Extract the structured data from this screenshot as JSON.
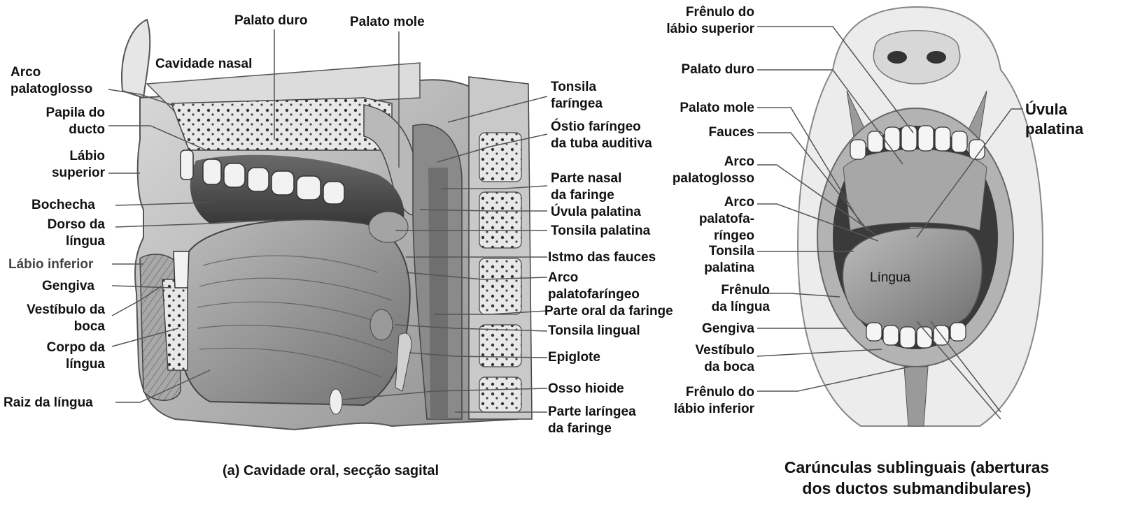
{
  "sagittal": {
    "palato_duro": "Palato duro",
    "palato_mole": "Palato mole",
    "cavidade_nasal": "Cavidade nasal",
    "arco_palatoglosso": [
      "Arco",
      "palatoglosso"
    ],
    "papila_ducto": [
      "Papila do",
      "ducto"
    ],
    "labio_superior": [
      "Lábio",
      "superior"
    ],
    "bochecha": "Bochecha",
    "dorso_lingua": [
      "Dorso da",
      "língua"
    ],
    "labio_inferior": "Lábio inferior",
    "gengiva": "Gengiva",
    "vestibulo_boca": [
      "Vestíbulo da",
      "boca"
    ],
    "corpo_lingua": [
      "Corpo da",
      "língua"
    ],
    "raiz_lingua": "Raiz da língua",
    "tonsila_faringea": [
      "Tonsila",
      "faríngea"
    ],
    "ostio_faringeo": [
      "Óstio faríngeo",
      "da tuba auditiva"
    ],
    "parte_nasal": [
      "Parte nasal",
      "da faringe"
    ],
    "uvula_palatina": "Úvula palatina",
    "tonsila_palatina": "Tonsila palatina",
    "istmo_fauces": "Istmo das fauces",
    "arco_palatofaringeo": [
      "Arco",
      "palatofaríngeo"
    ],
    "parte_oral": "Parte oral da faringe",
    "tonsila_lingual": "Tonsila lingual",
    "epiglote": "Epiglote",
    "osso_hioide": "Osso hioide",
    "parte_laringea": [
      "Parte laríngea",
      "da faringe"
    ],
    "caption": "(a) Cavidade oral, secção sagital"
  },
  "frontal": {
    "frenulo_labio_superior": [
      "Frênulo do",
      "lábio superior"
    ],
    "palato_duro": "Palato duro",
    "palato_mole": "Palato mole",
    "fauces": "Fauces",
    "arco_palatoglosso": [
      "Arco",
      "palatoglosso"
    ],
    "arco_palatofaringeo": [
      "Arco",
      "palatofa-",
      "ríngeo"
    ],
    "tonsila_palatina": [
      "Tonsila",
      "palatina"
    ],
    "frenulo_lingua": [
      "Frênulo",
      "da língua"
    ],
    "gengiva": "Gengiva",
    "vestibulo_boca": [
      "Vestíbulo",
      "da boca"
    ],
    "frenulo_labio_inferior": [
      "Frênulo do",
      "lábio inferior"
    ],
    "uvula_palatina": [
      "Úvula",
      "palatina"
    ],
    "lingua": "Língua",
    "caption": [
      "Carúnculas sublinguais (aberturas",
      "dos ductos submandibulares)"
    ]
  }
}
